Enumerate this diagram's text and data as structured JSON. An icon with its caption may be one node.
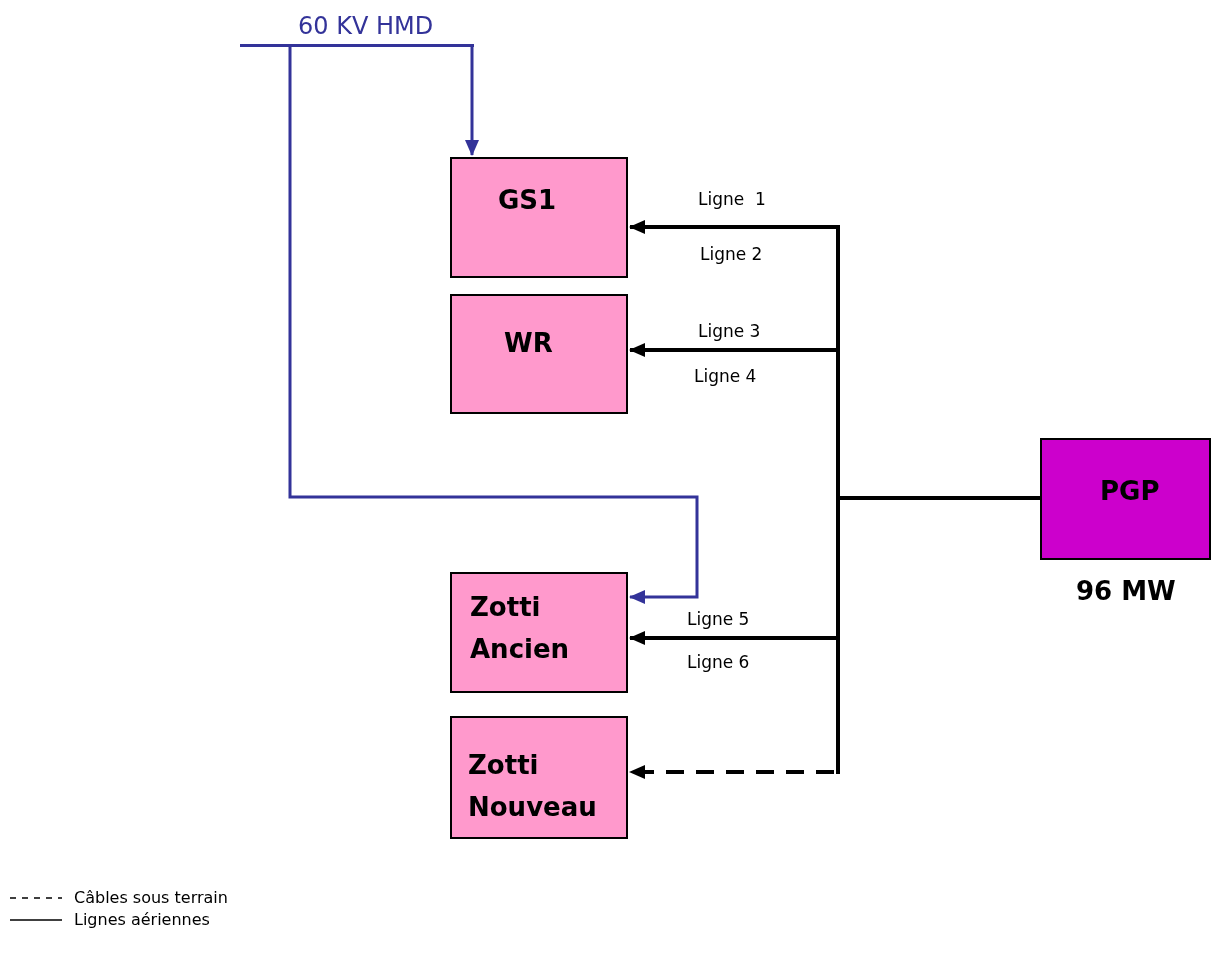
{
  "diagram": {
    "nodes": [
      {
        "text": [
          "60 KV HMD"
        ]
      },
      {
        "text": [
          "GS1"
        ]
      },
      {
        "text": [
          "WR"
        ]
      },
      {
        "text": [
          "Zotti Ancien"
        ]
      },
      {
        "text": [
          "Zotti Nouveau"
        ]
      },
      {
        "text": [
          "PGP"
        ],
        "beside": [
          "96 MW"
        ]
      }
    ],
    "edges": [
      {
        "from": 0,
        "to": 1,
        "arrow": "to",
        "color": "#333399"
      },
      {
        "from": 0,
        "to": 3,
        "arrow": "to",
        "color": "#333399"
      },
      {
        "from": 5,
        "to": 1,
        "arrow": "to"
      },
      {
        "from": 5,
        "to": 2,
        "arrow": "to"
      },
      {
        "from": 5,
        "to": 3,
        "arrow": "to"
      },
      {
        "from": 5,
        "to": 4,
        "arrow": "to",
        "style": "dashed"
      }
    ],
    "labels": [
      "Ligne  1",
      "Ligne 2",
      "Ligne 3",
      "Ligne 4",
      "Ligne 5",
      "Ligne 6"
    ],
    "legend": [
      {
        "text": "Câbles sous terrain"
      },
      {
        "text": "Lignes aériennes"
      }
    ]
  }
}
